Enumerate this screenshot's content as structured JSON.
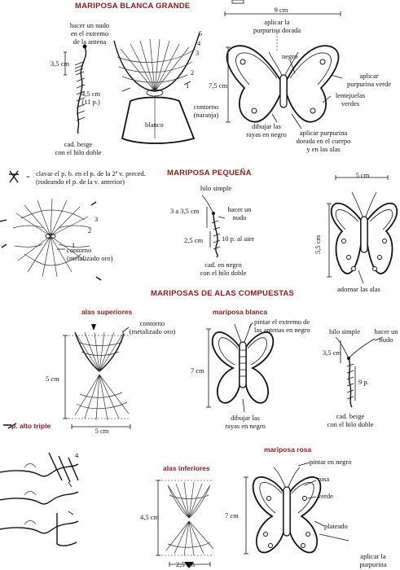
{
  "headings": {
    "grande": "MARIPOSA BLANCA GRANDE",
    "pequena": "MARIPOSA PEQUEÑA",
    "compuestas": "MARIPOSAS DE ALAS COMPUESTAS"
  },
  "subheadings": {
    "alas_superiores": "alas superiores",
    "mariposa_blanca": "mariposa blanca",
    "alas_inferiores": "alas inferiores",
    "mariposa_rosa": "mariposa rosa",
    "p_alto_triple": "p. alto triple"
  },
  "grande": {
    "nudo": [
      "hacer un nudo",
      "en el extremo",
      "de la antena"
    ],
    "dim_35": "3,5 cm",
    "dim_45": [
      "4,5 cm",
      "(11 p.)"
    ],
    "cad_beige": [
      "cad. beige",
      "con el hilo doble"
    ],
    "blanco": "blanco",
    "contorno": [
      "contorno",
      "(naranja)"
    ],
    "rounds": [
      "1",
      "2",
      "3",
      "4",
      "5"
    ],
    "dim_9": "9 cm",
    "dim_75": "7,5 cm",
    "purpurina_dorada": [
      "aplicar la",
      "purpurina dorada"
    ],
    "negro": "negro",
    "purpurina_verde": [
      "aplicar",
      "purpurina verde"
    ],
    "lentejuelas": [
      "lentejuelas",
      "verdes"
    ],
    "dibujar": [
      "dibujar las",
      "rayas en negro"
    ],
    "purpurina_cuerpo": [
      "aplicar purpurina",
      "dorada en el cuerpo",
      "y en las alas"
    ]
  },
  "legend": {
    "text": [
      "clavar el p. b. en el p. de la 2ª v. preced.",
      "(rodeando el p. de la v. anterior)"
    ],
    "equals": "="
  },
  "pequena": {
    "rounds": [
      "1",
      "2",
      "3"
    ],
    "contorno": [
      "contorno",
      "(metalizado oro)"
    ],
    "hilo_simple": "hilo simple",
    "hacer_nudo": [
      "hacer un",
      "nudo"
    ],
    "dim_3": "3 a 3,5 cm",
    "dim_25": "2,5 cm",
    "p_aire": "10 p. al aire",
    "cad_negro": [
      "cad. en negro",
      "con el hilo doble"
    ],
    "dim_5": "5 cm",
    "dim_55": "5,5 cm",
    "adornar": "adornar las alas"
  },
  "compuestas": {
    "contorno_oro": [
      "contorno",
      "(metalizado oro)"
    ],
    "dim_5v": "5 cm",
    "dim_5h": "5 cm",
    "pintar": [
      "pintar el extremo de",
      "las antenas en negro"
    ],
    "dim_7": "7 cm",
    "dibujar": [
      "dibujar las",
      "rayas en negro"
    ],
    "hilo_simple": "hilo simple",
    "hacer_nudo": [
      "hacer un",
      "nudo"
    ],
    "dim_35": "3,5 cm",
    "p9": "9 p.",
    "cad_beige": [
      "cad. beige",
      "con el hilo doble"
    ],
    "dim_45": "4,5 cm",
    "dim_25": "2,5 cm",
    "pintar_negro": "pintar en negro",
    "rosa": "rosa",
    "verde": "verde",
    "plateado": "plateado",
    "dim_7b": "7 cm",
    "purpurina": [
      "aplicar la",
      "purpurina"
    ],
    "step4": "4"
  }
}
